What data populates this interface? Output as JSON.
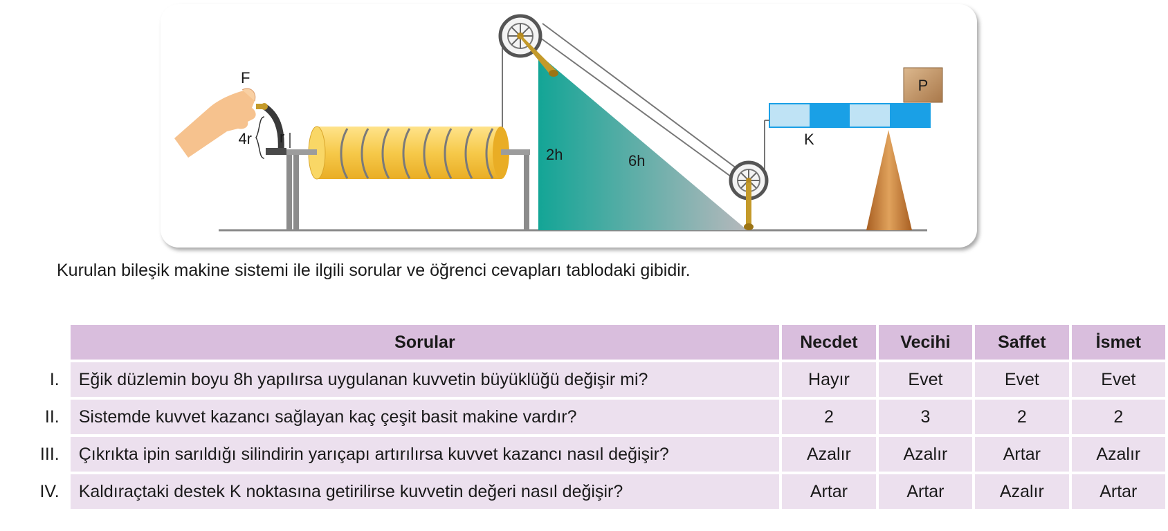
{
  "figure": {
    "labels": {
      "force": "F",
      "handle_radius": "4r",
      "axle_radius": "r",
      "incline_height": "2h",
      "incline_length": "6h",
      "lever_point": "K",
      "load": "P"
    },
    "colors": {
      "cylinder": "#f6c94a",
      "incline_top": "#13a596",
      "incline_bottom": "#b6b8bc",
      "lever_light": "#bfe3f5",
      "lever_dark": "#1aa0e6",
      "fulcrum": "#c27a32",
      "load_box": "#c89a6a"
    }
  },
  "intro_text": "Kurulan bileşik makine sistemi ile ilgili sorular ve öğrenci cevapları tablodaki gibidir.",
  "table": {
    "headers": [
      "Sorular",
      "Necdet",
      "Vecihi",
      "Saffet",
      "İsmet"
    ],
    "rows": [
      {
        "num": "I.",
        "question": "Eğik düzlemin boyu 8h yapılırsa uygulanan kuvvetin büyüklüğü değişir mi?",
        "answers": [
          "Hayır",
          "Evet",
          "Evet",
          "Evet"
        ]
      },
      {
        "num": "II.",
        "question": "Sistemde kuvvet kazancı sağlayan kaç çeşit basit makine vardır?",
        "answers": [
          "2",
          "3",
          "2",
          "2"
        ]
      },
      {
        "num": "III.",
        "question": "Çıkrıkta ipin sarıldığı silindirin yarıçapı artırılırsa kuvvet kazancı nasıl değişir?",
        "answers": [
          "Azalır",
          "Azalır",
          "Artar",
          "Azalır"
        ]
      },
      {
        "num": "IV.",
        "question": "Kaldıraçtaki destek K noktasına getirilirse kuvvetin değeri nasıl değişir?",
        "answers": [
          "Artar",
          "Artar",
          "Azalır",
          "Artar"
        ]
      }
    ]
  }
}
